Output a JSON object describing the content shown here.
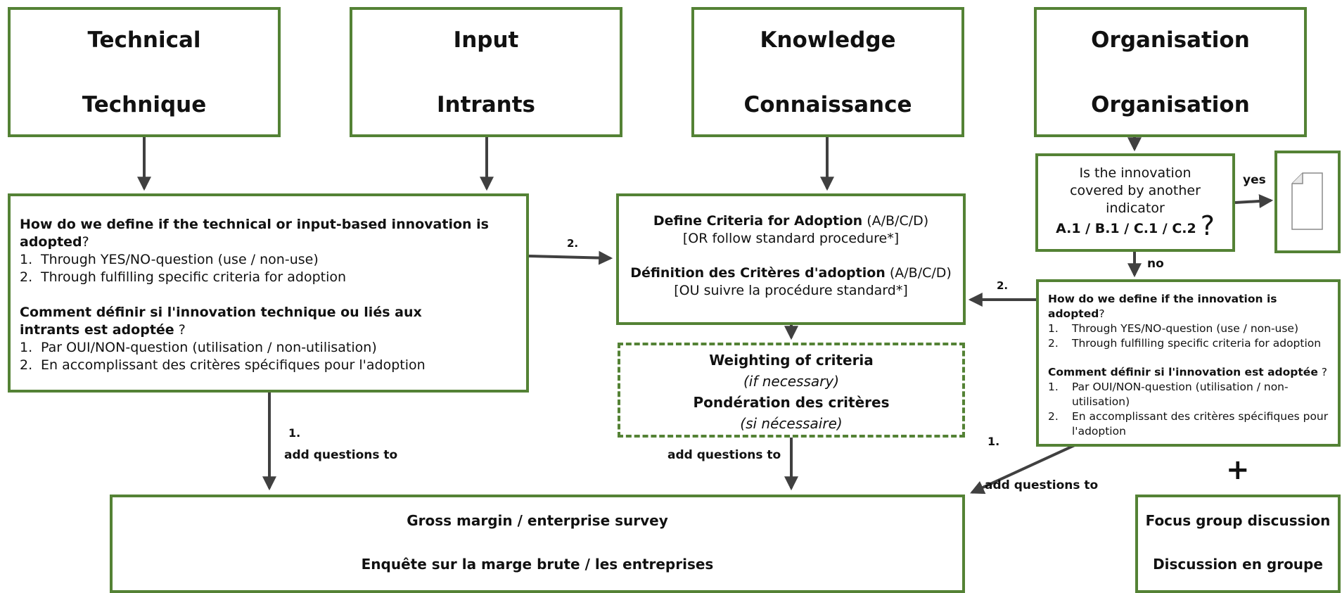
{
  "top_boxes": {
    "technical": {
      "en": "Technical",
      "fr": "Technique"
    },
    "input": {
      "en": "Input",
      "fr": "Intrants"
    },
    "knowledge": {
      "en": "Knowledge",
      "fr": "Connaissance"
    },
    "organisation": {
      "en": "Organisation",
      "fr": "Organisation"
    }
  },
  "left_question": {
    "en_title": "How do we define if the technical or input-based innovation is adopted",
    "en_q": "?",
    "en_items": [
      "Through YES/NO-question (use / non-use)",
      "Through fulfilling specific criteria for adoption"
    ],
    "fr_title": "Comment définir si l'innovation technique ou  liés aux intrants est adoptée",
    "fr_q": " ?",
    "fr_items": [
      "Par OUI/NON-question (utilisation / non-utilisation)",
      "En accomplissant des critères spécifiques pour l'adoption"
    ]
  },
  "criteria": {
    "en_bold": "Define Criteria for Adoption",
    "en_suffix": " (A/B/C/D)",
    "en_alt": "[OR follow standard procedure*]",
    "fr_bold": "Définition des Critères d'adoption",
    "fr_suffix": " (A/B/C/D)",
    "fr_alt": "[OU suivre la procédure standard*]"
  },
  "weighting": {
    "en": "Weighting of criteria",
    "en_note": "(if necessary)",
    "fr": "Pondération des critères",
    "fr_note": "(si nécessaire)"
  },
  "covered": {
    "line1": "Is the innovation",
    "line2": "covered by another",
    "line3": "indicator",
    "codes": "A.1 / B.1 / C.1 / C.2",
    "q": "?"
  },
  "right_question": {
    "en_title": "How do we define if the innovation is adopted",
    "en_q": "?",
    "en_items": [
      "Through YES/NO-question (use / non-use)",
      "Through fulfilling specific criteria for adoption"
    ],
    "fr_title": "Comment définir si l'innovation est adoptée",
    "fr_q": " ?",
    "fr_items": [
      "Par OUI/NON-question (utilisation / non-utilisation)",
      "En accomplissant des critères spécifiques pour l'adoption"
    ]
  },
  "survey": {
    "en": "Gross margin / enterprise survey",
    "fr": "Enquête sur la marge brute / les entreprises"
  },
  "focus": {
    "en": "Focus group discussion",
    "fr": "Discussion en groupe"
  },
  "labels": {
    "yes": "yes",
    "no": "no",
    "plus": "+",
    "step1": "1.",
    "step2": "2.",
    "add_questions": "add questions to"
  },
  "colors": {
    "box_border": "#548235",
    "arrow": "#404040"
  }
}
